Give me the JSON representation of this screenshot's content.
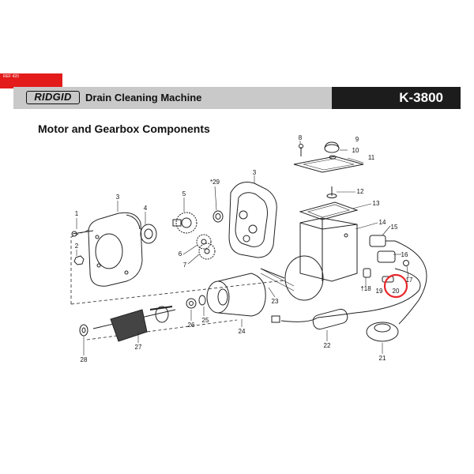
{
  "header": {
    "tag": "REF 420",
    "brand": "RIDGID",
    "product": "Drain Cleaning Machine",
    "model": "K-3800"
  },
  "page_title": "Motor and Gearbox Components",
  "callouts": {
    "p1": "1",
    "p2": "2",
    "p3a": "3",
    "p3b": "3",
    "p4": "4",
    "p5": "5",
    "p6": "6",
    "p7": "7",
    "p8": "8",
    "p9": "9",
    "p10": "10",
    "p11": "11",
    "p12": "12",
    "p13": "13",
    "p14": "14",
    "p15": "15",
    "p16": "16",
    "p17": "17",
    "p18": "†18",
    "p19": "19",
    "p20": "20",
    "p21": "21",
    "p22": "22",
    "p23": "23",
    "p24": "24",
    "p25": "25",
    "p26": "26",
    "p27": "27",
    "p28": "28",
    "p29": "*29"
  },
  "highlight_color": "#e8262a"
}
